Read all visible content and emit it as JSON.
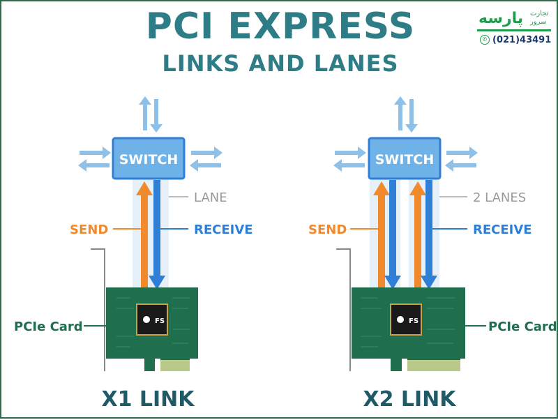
{
  "title": "PCI EXPRESS",
  "subtitle": "LINKS AND LANES",
  "logo": {
    "brand": "پارسه",
    "line1": "تجارت",
    "line2": "سرور",
    "phone": "(021)43491"
  },
  "colors": {
    "title": "#2e7d86",
    "send": "#f08a2c",
    "receive": "#2f7fd6",
    "lane": "#9a9a9a",
    "switch_fill": "#6fb2e8",
    "card": "#1f6e4e"
  },
  "left": {
    "switch": "SWITCH",
    "lane": "LANE",
    "send": "SEND",
    "receive": "RECEIVE",
    "card": "PCIe Card",
    "link": "X1 LINK",
    "chip": "FS"
  },
  "right": {
    "switch": "SWITCH",
    "lane": "2 LANES",
    "send": "SEND",
    "receive": "RECEIVE",
    "card": "PCIe Card",
    "link": "X2 LINK",
    "chip": "FS"
  }
}
